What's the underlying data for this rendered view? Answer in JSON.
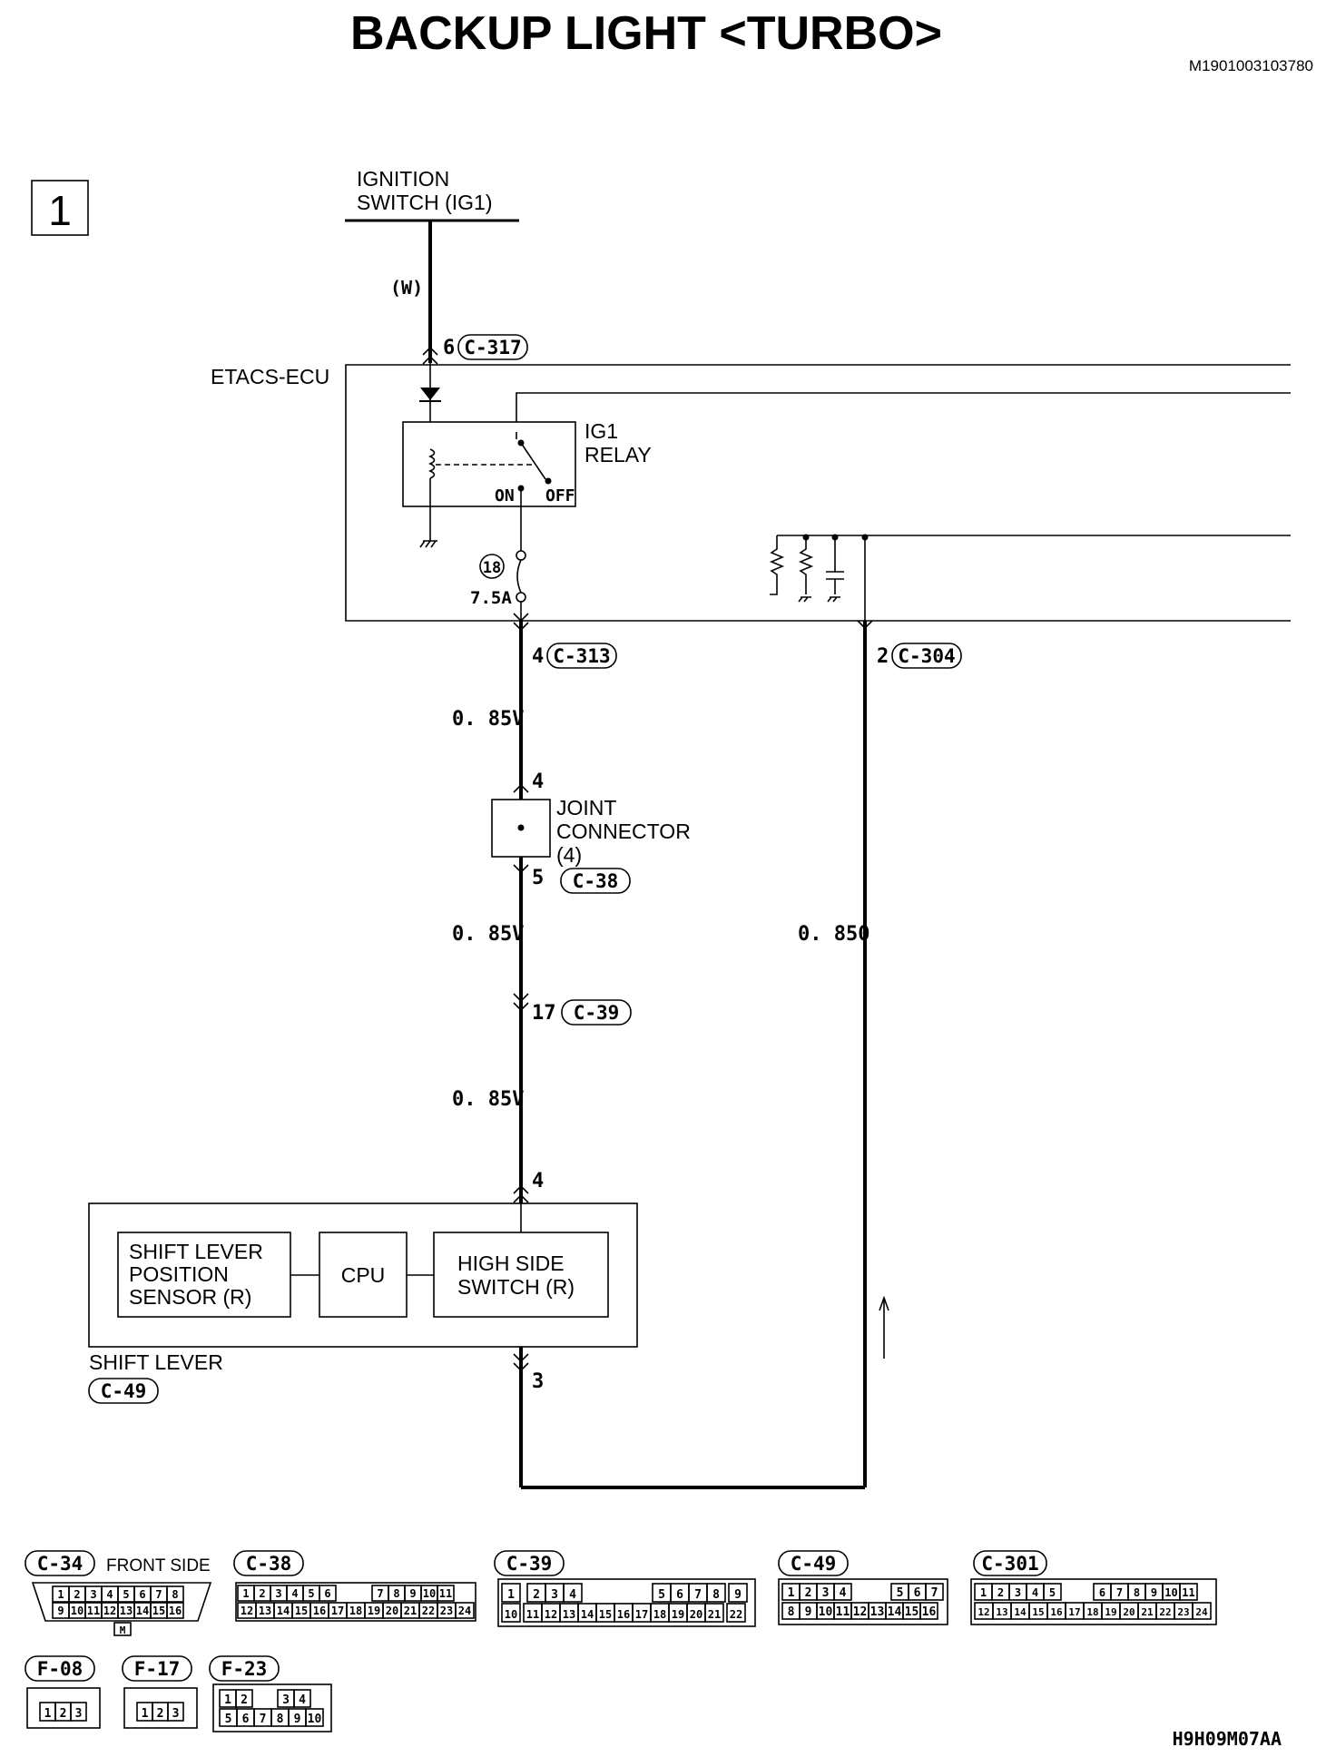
{
  "title": "BACKUP LIGHT <TURBO>",
  "doc_id": "M1901003103780",
  "figure_id": "H9H09M07AA",
  "page_index": "1",
  "ignition": {
    "line1": "IGNITION",
    "line2": "SWITCH (IG1)",
    "wire_color": "(W)",
    "pin": "6",
    "connector": "C-317"
  },
  "etacs": {
    "label": "ETACS-ECU",
    "relay_line1": "IG1",
    "relay_line2": "RELAY",
    "relay_on": "ON",
    "relay_off": "OFF",
    "fuse_no": "18",
    "fuse_rating": "7.5A"
  },
  "left_wire": {
    "pin": "4",
    "connector": "C-313",
    "size1": "0. 85V",
    "size2": "0. 85V",
    "size3": "0. 85V"
  },
  "right_wire": {
    "pin": "2",
    "connector": "C-304",
    "size": "0. 850"
  },
  "joint": {
    "pin_in": "4",
    "line1": "JOINT",
    "line2": "CONNECTOR",
    "line3": "(4)",
    "pin_out": "5",
    "connector": "C-38"
  },
  "c39": {
    "pin": "17",
    "connector": "C-39"
  },
  "shift": {
    "pin_in": "4",
    "pin_out": "3",
    "sensor_line1": "SHIFT LEVER",
    "sensor_line2": "POSITION",
    "sensor_line3": "SENSOR (R)",
    "cpu": "CPU",
    "hss_line1": "HIGH SIDE",
    "hss_line2": "SWITCH (R)",
    "label": "SHIFT LEVER",
    "connector": "C-49"
  },
  "connectors": {
    "c34": {
      "name": "C-34",
      "note": "FRONT SIDE",
      "row1": [
        "1",
        "2",
        "3",
        "4",
        "5",
        "6",
        "7",
        "8"
      ],
      "row2": [
        "9",
        "10",
        "11",
        "12",
        "13",
        "14",
        "15",
        "16"
      ],
      "mark": "M"
    },
    "c38": {
      "name": "C-38",
      "row1": [
        "1",
        "2",
        "3",
        "4",
        "5",
        "6",
        "7",
        "8",
        "9",
        "10",
        "11"
      ],
      "row2": [
        "12",
        "13",
        "14",
        "15",
        "16",
        "17",
        "18",
        "19",
        "20",
        "21",
        "22",
        "23",
        "24"
      ]
    },
    "c39": {
      "name": "C-39",
      "row1": [
        "1",
        "2",
        "3",
        "4",
        "5",
        "6",
        "7",
        "8",
        "9"
      ],
      "row2": [
        "10",
        "11",
        "12",
        "13",
        "14",
        "15",
        "16",
        "17",
        "18",
        "19",
        "20",
        "21",
        "22"
      ]
    },
    "c49": {
      "name": "C-49",
      "row1": [
        "1",
        "2",
        "3",
        "4",
        "5",
        "6",
        "7"
      ],
      "row2": [
        "8",
        "9",
        "10",
        "11",
        "12",
        "13",
        "14",
        "15",
        "16"
      ]
    },
    "c301": {
      "name": "C-301",
      "row1": [
        "1",
        "2",
        "3",
        "4",
        "5",
        "6",
        "7",
        "8",
        "9",
        "10",
        "11"
      ],
      "row2": [
        "12",
        "13",
        "14",
        "15",
        "16",
        "17",
        "18",
        "19",
        "20",
        "21",
        "22",
        "23",
        "24"
      ]
    },
    "f08": {
      "name": "F-08",
      "row1": [
        "1",
        "2",
        "3"
      ]
    },
    "f17": {
      "name": "F-17",
      "row1": [
        "1",
        "2",
        "3"
      ]
    },
    "f23": {
      "name": "F-23",
      "row1": [
        "1",
        "2",
        "3",
        "4"
      ],
      "row2": [
        "5",
        "6",
        "7",
        "8",
        "9",
        "10"
      ]
    }
  }
}
